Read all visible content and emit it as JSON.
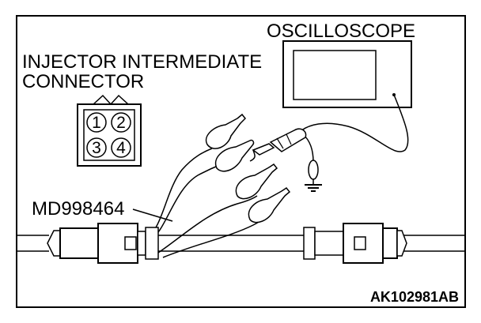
{
  "labels": {
    "oscilloscope": "OSCILLOSCOPE",
    "connector_line1": "INJECTOR INTERMEDIATE",
    "connector_line2": "CONNECTOR",
    "tool_code": "MD998464",
    "figure_code": "AK102981AB"
  },
  "connector_pins": [
    "1",
    "2",
    "3",
    "4"
  ],
  "colors": {
    "ink": "#000000",
    "background": "#ffffff"
  }
}
